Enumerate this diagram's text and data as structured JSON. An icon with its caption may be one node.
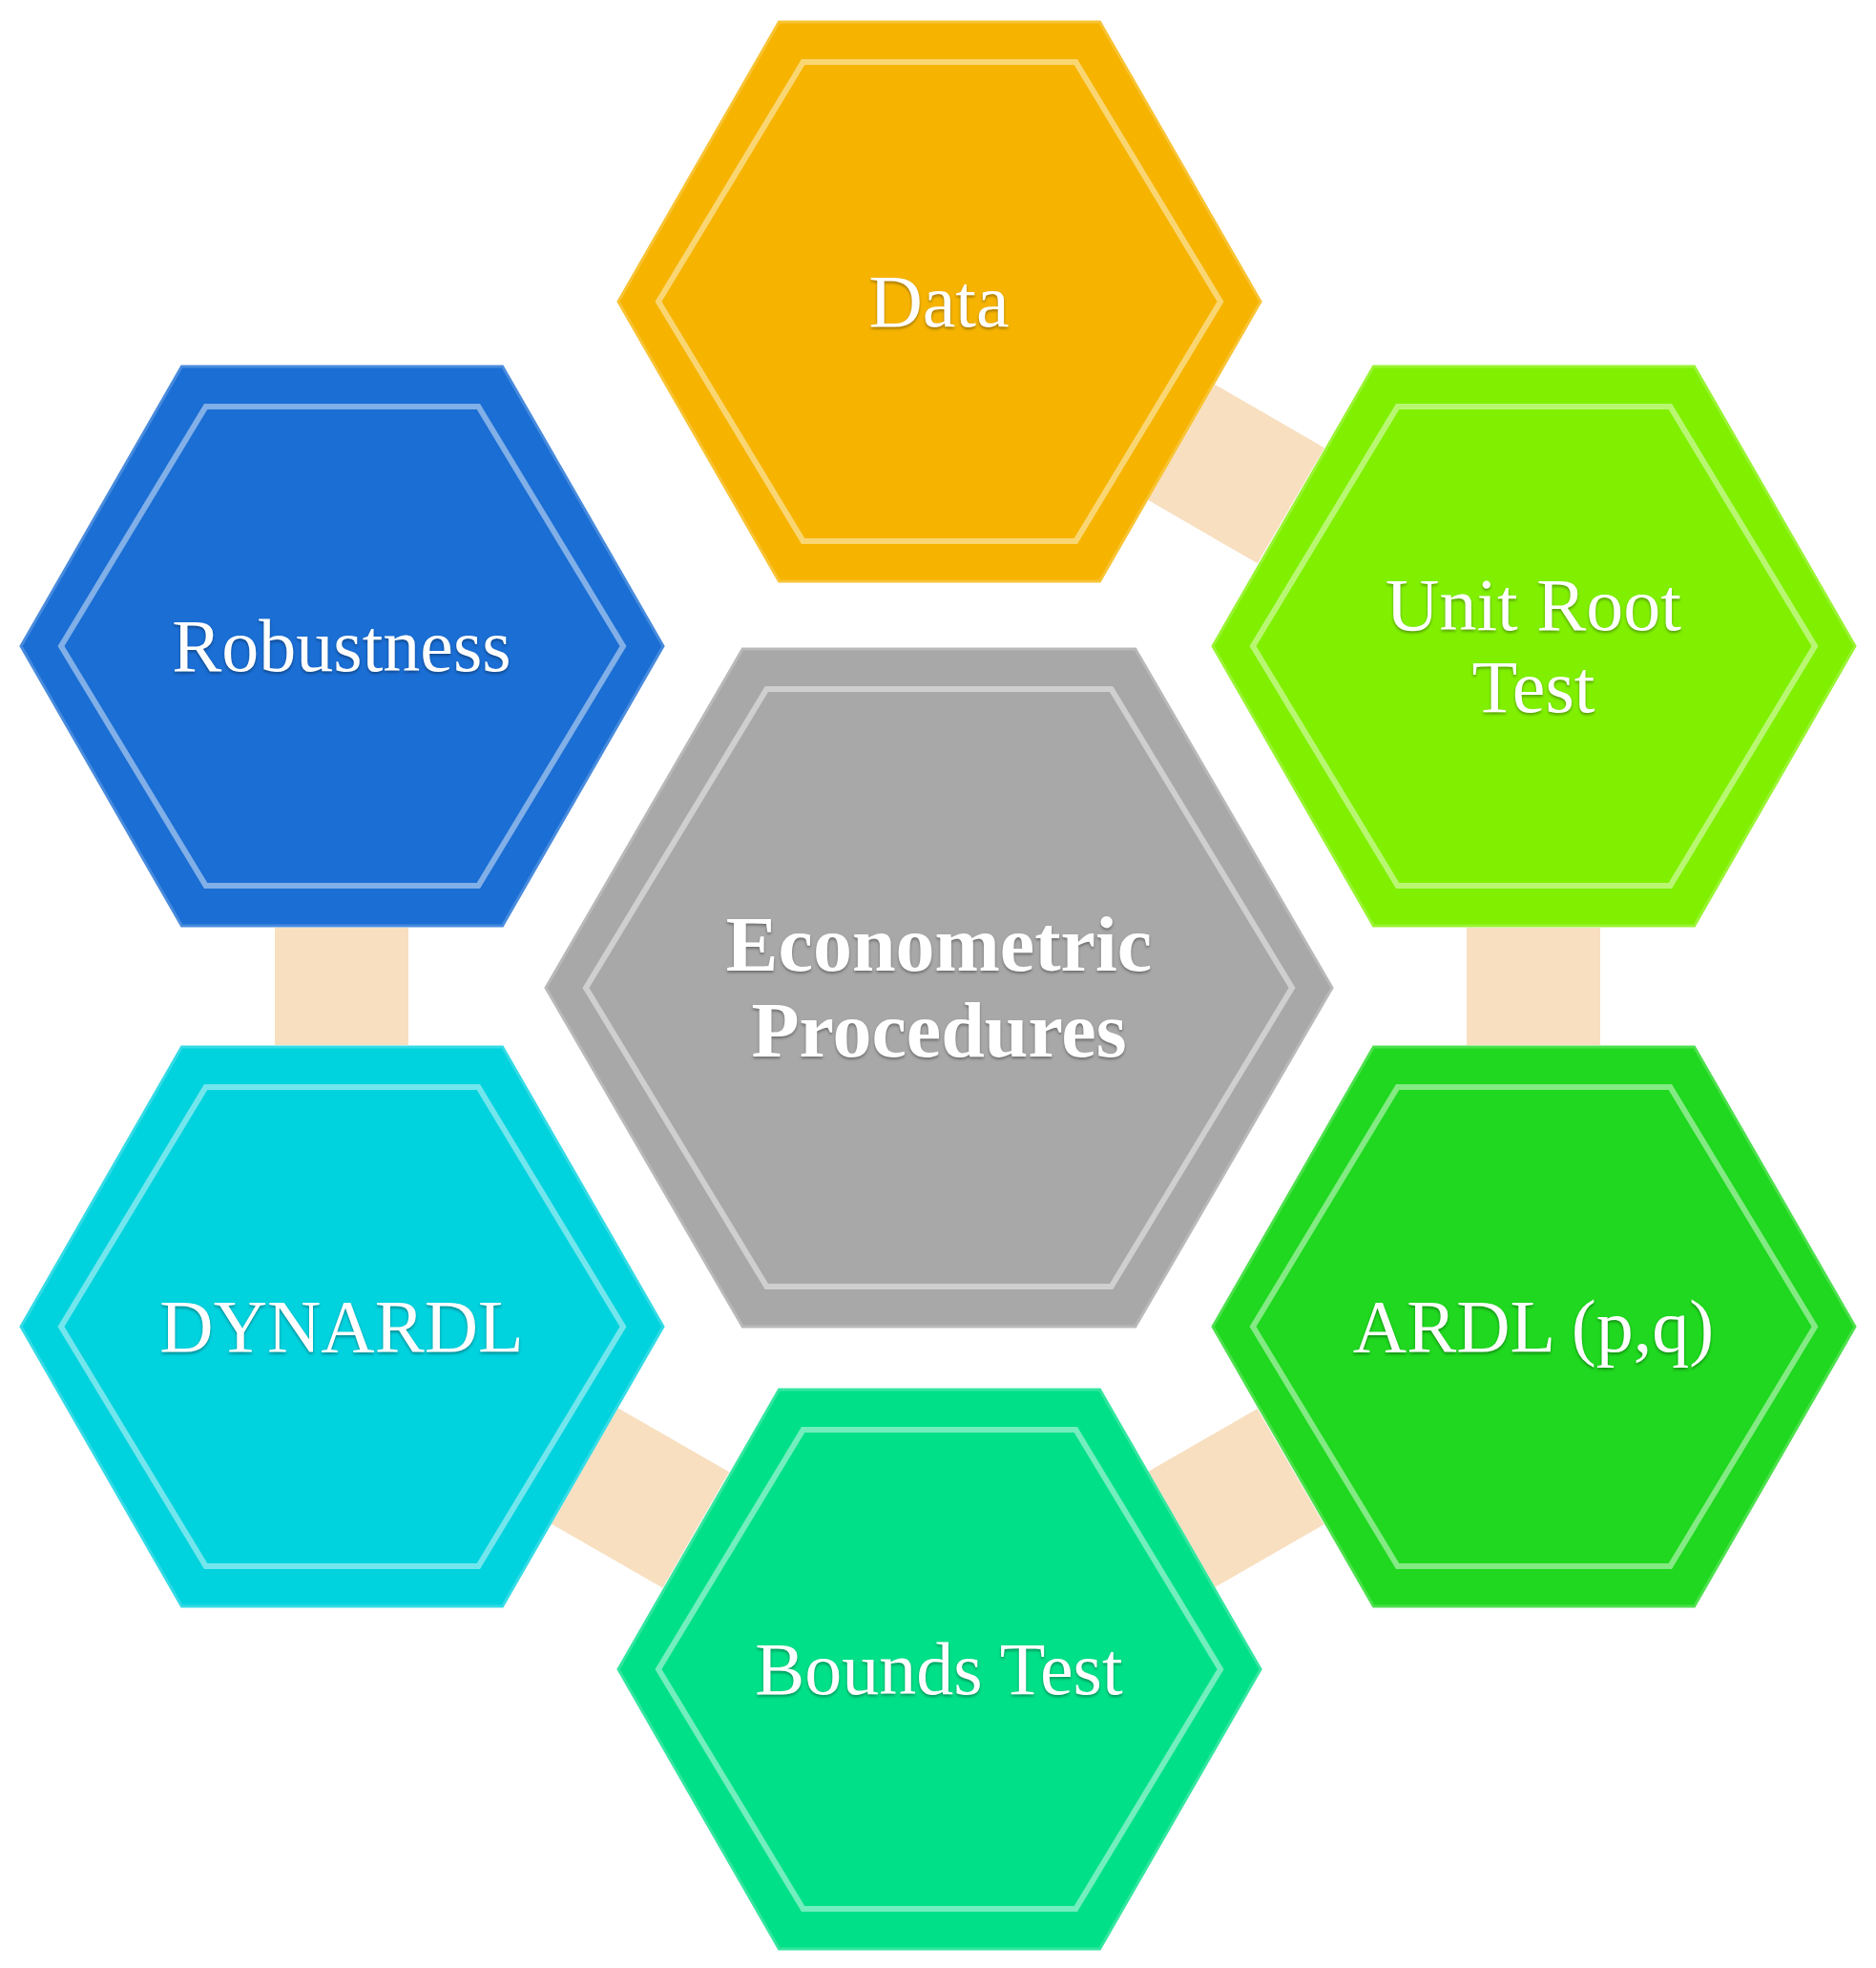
{
  "diagram": {
    "nodes": [
      {
        "text": [
          "Econometric Procedures"
        ]
      },
      {
        "text": [
          "Data"
        ]
      },
      {
        "text": [
          "Unit Root Test"
        ]
      },
      {
        "text": [
          "ARDL (p,q)"
        ]
      },
      {
        "text": [
          "Bounds Test"
        ]
      },
      {
        "text": [
          "DYNARDL"
        ]
      },
      {
        "text": [
          "Robustness"
        ]
      }
    ],
    "edges": [
      {
        "from": 1,
        "to": 2,
        "arrow": "none"
      },
      {
        "from": 2,
        "to": 3,
        "arrow": "none"
      },
      {
        "from": 3,
        "to": 4,
        "arrow": "none"
      },
      {
        "from": 4,
        "to": 5,
        "arrow": "none"
      },
      {
        "from": 5,
        "to": 6,
        "arrow": "none"
      }
    ]
  }
}
